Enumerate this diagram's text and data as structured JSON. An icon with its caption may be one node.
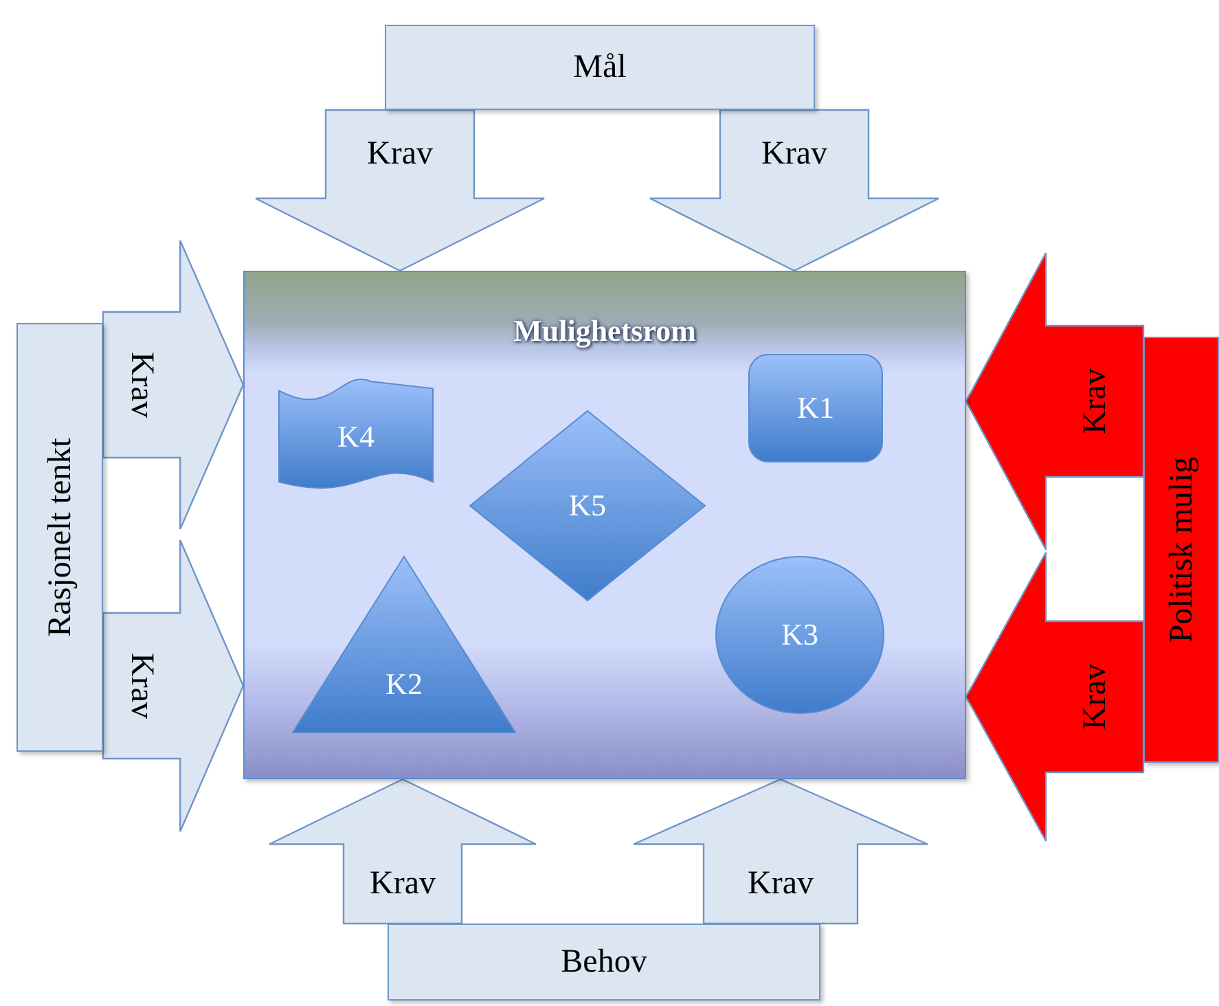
{
  "diagram": {
    "nodes": [
      {
        "text": [
          "Mål"
        ]
      },
      {
        "text": [
          "Rasjonelt tenkt"
        ]
      },
      {
        "text": [
          "Mulighetsrom"
        ]
      },
      {
        "text": [
          "K1"
        ],
        "in": 2
      },
      {
        "text": [
          "K4"
        ],
        "in": 2
      },
      {
        "text": [
          "K5"
        ],
        "in": 2
      },
      {
        "text": [
          "K2"
        ],
        "in": 2
      },
      {
        "text": [
          "K3"
        ],
        "in": 2
      },
      {
        "text": [
          "Politisk mulig"
        ]
      },
      {
        "text": [
          "Behov"
        ]
      }
    ],
    "edges": [
      {
        "from": 0,
        "to": 2,
        "arrow": "to",
        "label": "Krav"
      },
      {
        "from": 0,
        "to": 2,
        "arrow": "to",
        "label": "Krav"
      },
      {
        "from": 1,
        "to": 2,
        "arrow": "to",
        "label": "Krav"
      },
      {
        "from": 1,
        "to": 2,
        "arrow": "to",
        "label": "Krav"
      },
      {
        "from": 8,
        "to": 2,
        "arrow": "to",
        "label": "Krav",
        "color": "#ff0000"
      },
      {
        "from": 8,
        "to": 2,
        "arrow": "to",
        "label": "Krav",
        "color": "#ff0000"
      },
      {
        "from": 9,
        "to": 2,
        "arrow": "to",
        "label": "Krav"
      },
      {
        "from": 9,
        "to": 2,
        "arrow": "to",
        "label": "Krav"
      }
    ]
  }
}
